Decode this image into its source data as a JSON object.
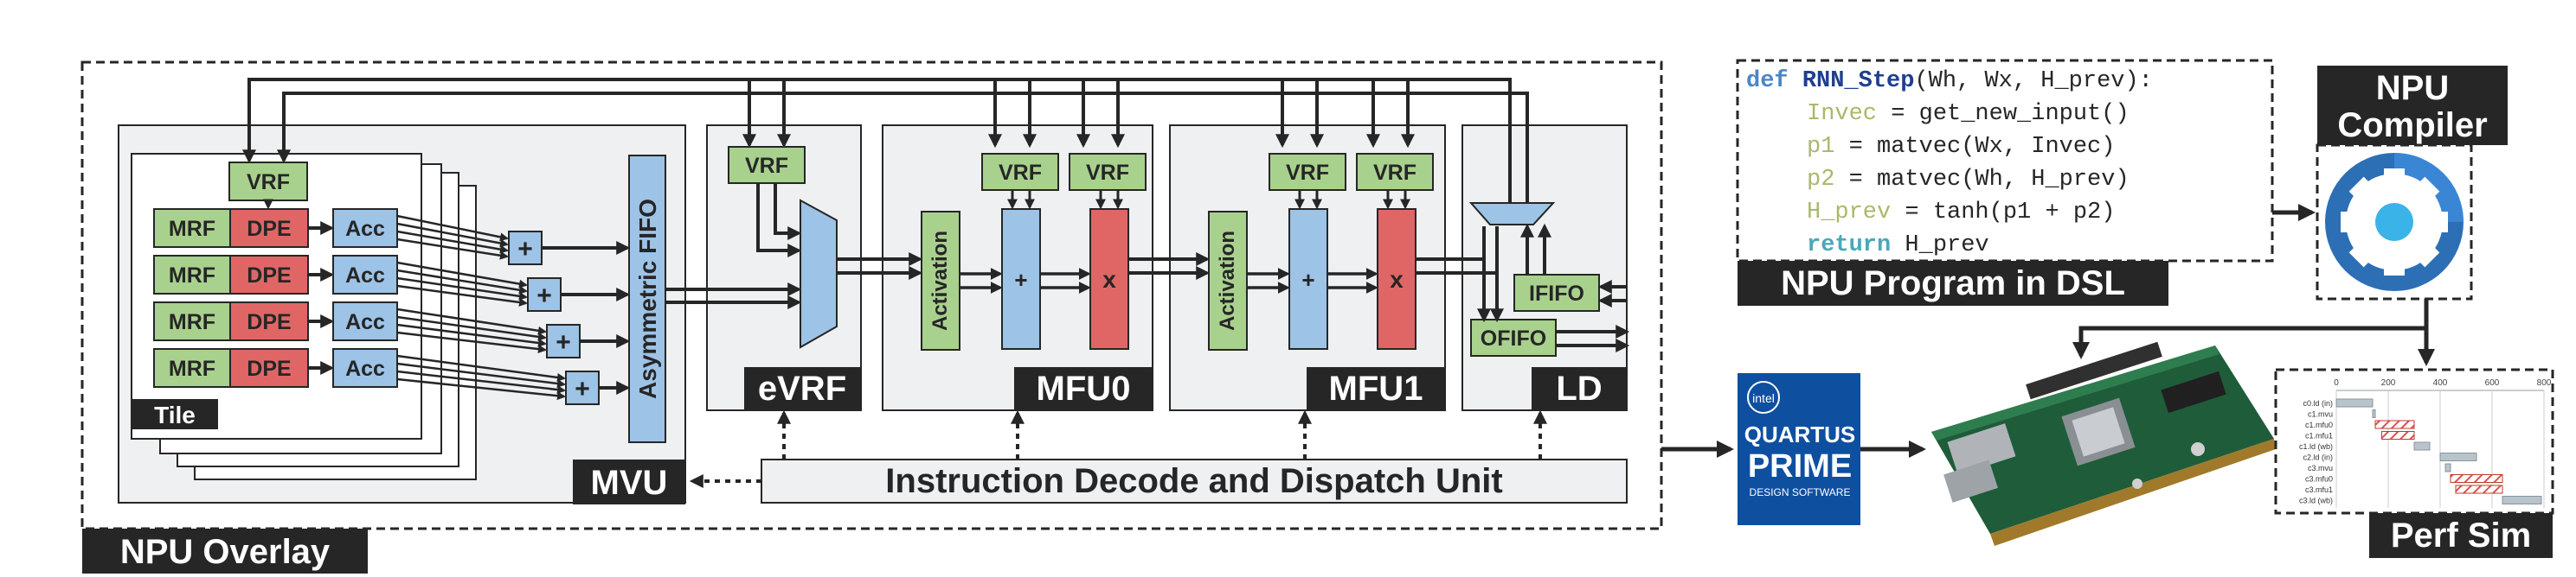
{
  "overlay": {
    "title": "NPU Overlay",
    "tile_label": "Tile",
    "mvu_label": "MVU",
    "evrf_label": "eVRF",
    "mfu0_label": "MFU0",
    "mfu1_label": "MFU1",
    "ld_label": "LD",
    "vrf": "VRF",
    "mrf": "MRF",
    "dpe": "DPE",
    "acc": "Acc",
    "plus": "+",
    "times": "x",
    "fifo": "Asymmetric FIFO",
    "activation": "Activation",
    "ififo": "IFIFO",
    "ofifo": "OFIFO",
    "decode": "Instruction Decode and Dispatch Unit"
  },
  "program": {
    "title": "NPU Program in DSL",
    "lines": [
      {
        "kw": "def",
        "fn": "RNN_Step",
        "rest": "(Wh, Wx, H_prev):"
      },
      {
        "var": "Invec",
        "rest": " = get_new_input()"
      },
      {
        "var": "p1",
        "rest": " = matvec(Wx, Invec)"
      },
      {
        "var": "p2",
        "rest": " = matvec(Wh, H_prev)"
      },
      {
        "var": "H_prev",
        "rest": " = tanh(p1 + p2)"
      },
      {
        "kw": "return",
        "rest": " H_prev"
      }
    ]
  },
  "compiler": {
    "title_line1": "NPU",
    "title_line2": "Compiler"
  },
  "quartus": {
    "line1": "QUARTUS",
    "line2": "PRIME",
    "line3": "DESIGN SOFTWARE",
    "brand": "intel"
  },
  "perfsim": {
    "title": "Perf Sim",
    "ticks": [
      "0",
      "200",
      "400",
      "600",
      "800"
    ],
    "rows": [
      "c0.ld (in)",
      "c1.mvu",
      "c1.mfu0",
      "c1.mfu1",
      "c1.ld (wb)",
      "c2.ld (in)",
      "c3.mvu",
      "c3.mfu0",
      "c3.mfu1",
      "c3.ld (wb)"
    ]
  },
  "colors": {
    "vrf": "#a9d18e",
    "dpe": "#e06666",
    "blue": "#9dc3e6",
    "panel": "#eef0f1",
    "dark": "#262626",
    "code_kw": "#4a86c5",
    "code_fn": "#1f3f8f",
    "code_var": "#a8b96b",
    "code_ret": "#4aa8b8"
  }
}
